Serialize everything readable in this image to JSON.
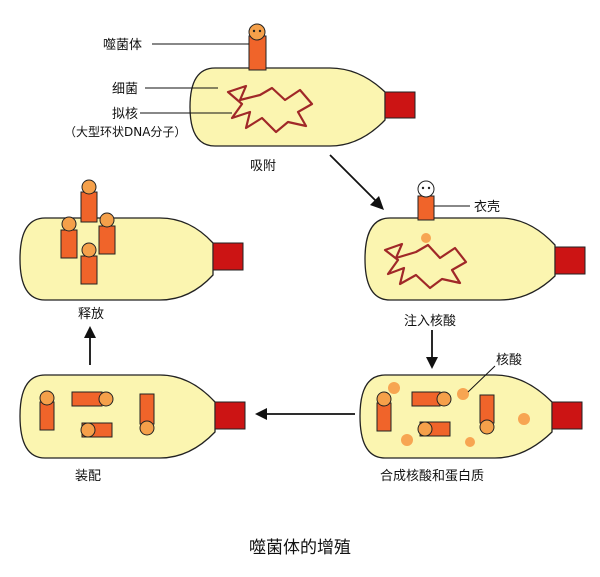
{
  "title": "噬菌体的增殖",
  "labels": {
    "phage": "噬菌体",
    "bacterium": "细菌",
    "nucleoid": "拟核",
    "nucleoid_note": "（大型环状DNA分子）",
    "coat": "衣壳",
    "nucleic_acid": "核酸"
  },
  "stages": {
    "adsorption": "吸附",
    "inject": "注入核酸",
    "synthesis": "合成核酸和蛋白质",
    "assembly": "装配",
    "release": "释放"
  },
  "colors": {
    "bacterium_fill": "#fbf5b0",
    "phage_body": "#f0642a",
    "phage_head": "#f5a04a",
    "flagellum": "#cc1414",
    "dna": "#a02828",
    "spot": "#f7a552"
  }
}
